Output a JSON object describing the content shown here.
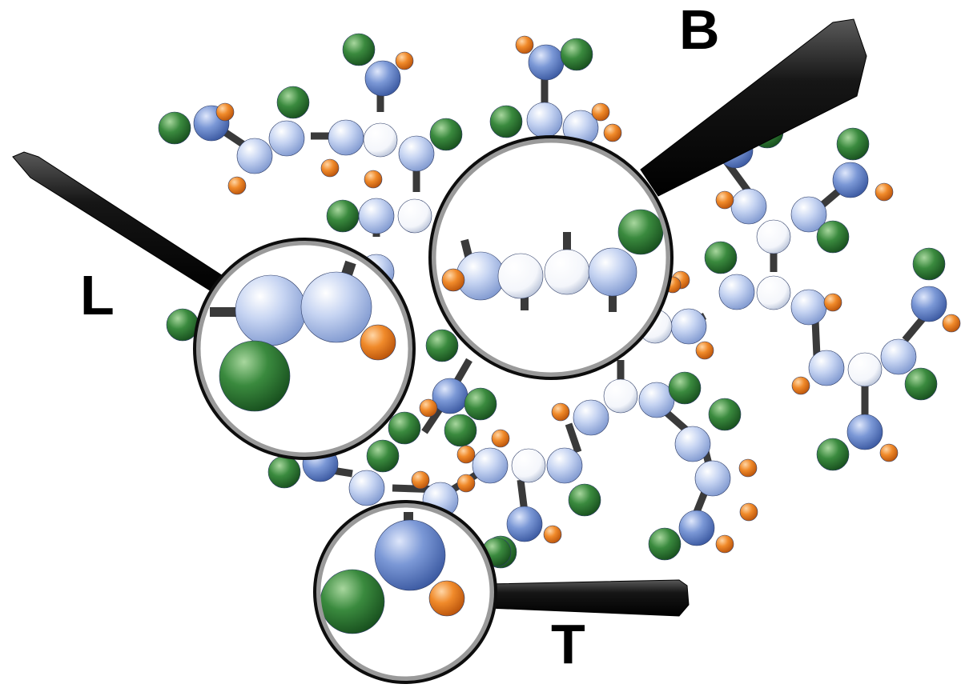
{
  "labels": {
    "b": "B",
    "l": "L",
    "t": "T"
  },
  "palette": {
    "light_blue": "#b3c5ec",
    "blue": "#6e8fd2",
    "white": "#ffffff",
    "green": "#2e7f34",
    "orange": "#ee7a1c",
    "bond": "#3a3a3a",
    "handle": "#111111"
  },
  "atom_kinds": [
    "backbone",
    "branch",
    "terminal-N",
    "methyl-green",
    "hydrogen-orange"
  ]
}
